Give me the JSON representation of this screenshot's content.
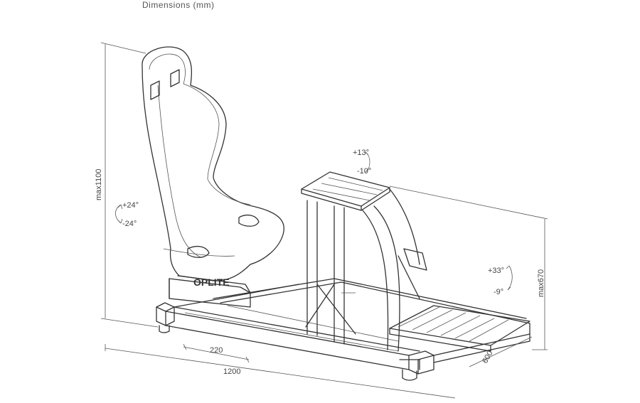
{
  "title": "Dimensions (mm)",
  "brand_logo": "OPLITE",
  "dimensions": {
    "seat_slide": "220",
    "total_length": "1200",
    "width": "600",
    "max_height": "max1100",
    "wheel_height": "max670"
  },
  "angles": {
    "seat_up": "+24°",
    "seat_down": "-24°",
    "wheel_up": "+13°",
    "wheel_down": "-10°",
    "pedal_up": "+33°",
    "pedal_down": "-9°"
  },
  "colors": {
    "line": "#333333",
    "background": "#ffffff"
  }
}
